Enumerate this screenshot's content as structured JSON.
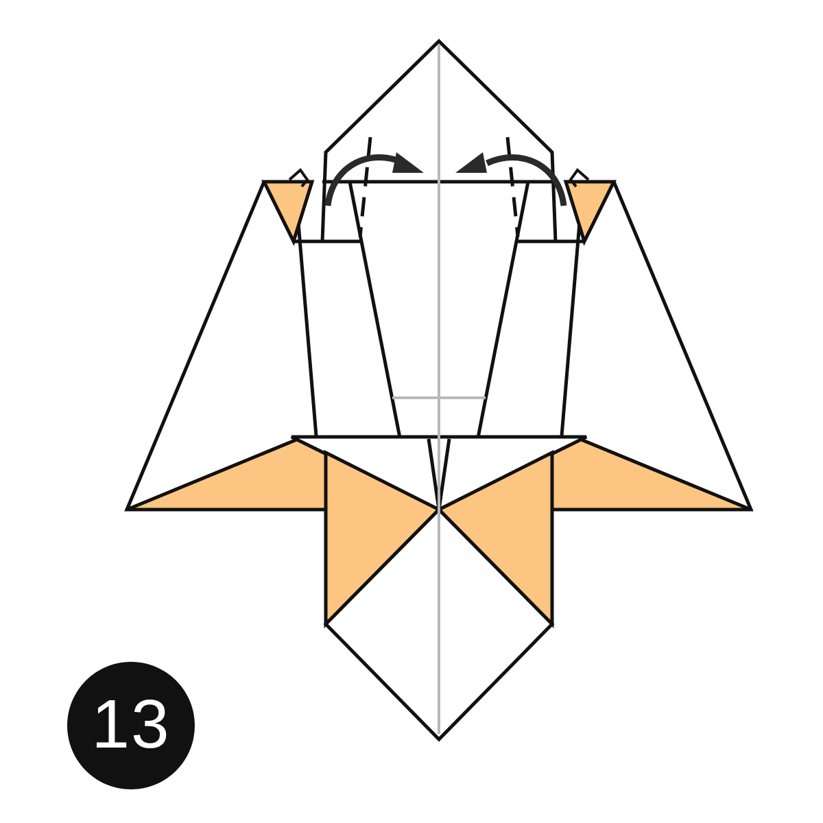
{
  "step": {
    "number": "13"
  },
  "colors": {
    "paper_back": "#fcc581",
    "paper_front": "#ffffff",
    "line": "#111111",
    "crease": "#b8b8b8",
    "arrow": "#2a2a2a",
    "badge_bg": "#111111",
    "badge_text": "#ffffff"
  },
  "icons": {
    "left_arrow": "fold-arrow-curved-right",
    "right_arrow": "fold-arrow-curved-left"
  }
}
